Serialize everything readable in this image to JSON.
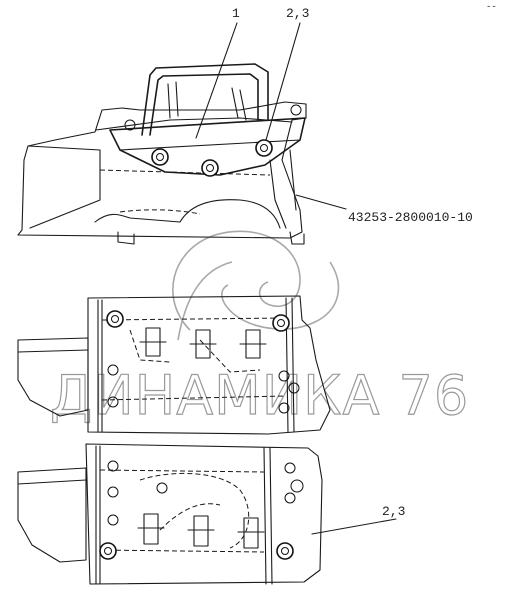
{
  "labels": {
    "part_1": "1",
    "part_2_3_top": "2,3",
    "part_number": "43253-2800010-10",
    "part_2_3_bottom": "2,3",
    "corner_mark": "--"
  },
  "watermark": {
    "text": "ДИНАМИКА 76",
    "color": "#9a9a9a"
  },
  "colors": {
    "line": "#1a1a1a",
    "background": "#ffffff"
  }
}
